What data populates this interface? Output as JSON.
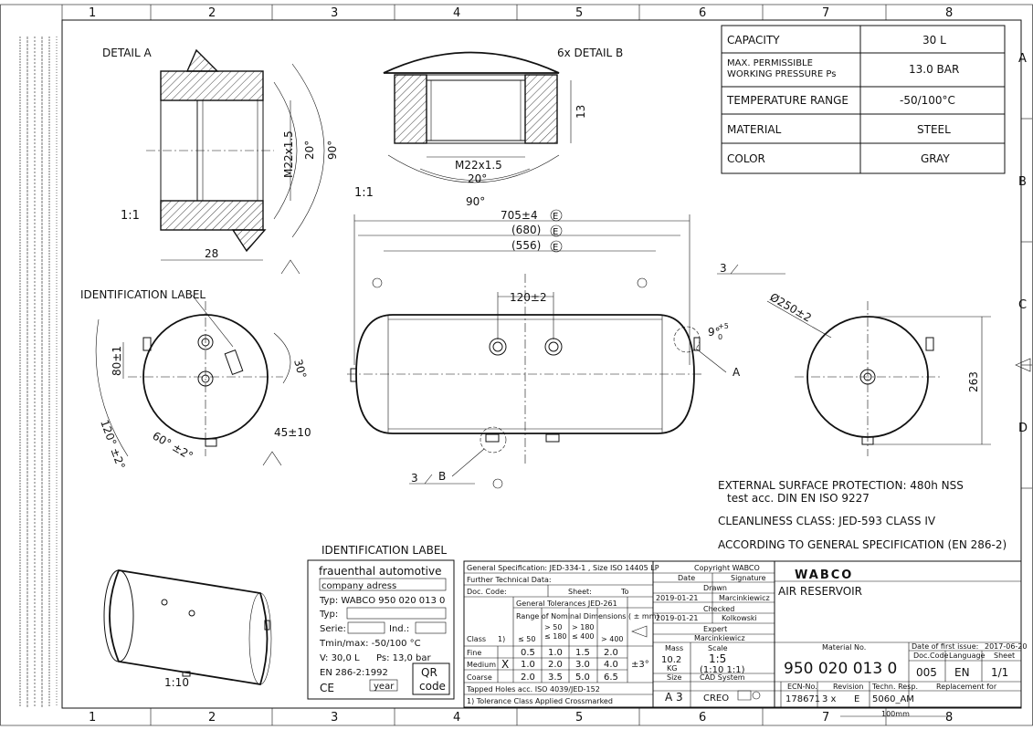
{
  "grid": {
    "columns": [
      "1",
      "2",
      "3",
      "4",
      "5",
      "6",
      "7",
      "8"
    ],
    "rows": [
      "A",
      "B",
      "C",
      "D"
    ]
  },
  "details": {
    "detail_a": "DETAIL A",
    "detail_b": "6x DETAIL B",
    "scale_a": "1:1",
    "scale_b": "1:1",
    "thread_a": "M22x1.5",
    "thread_b": "M22x1.5",
    "angle_20_a": "20°",
    "angle_90_a": "90°",
    "angle_20_b": "20°",
    "angle_90_b": "90°",
    "dim_28": "28",
    "dim_13": "13"
  },
  "main_view": {
    "len_705": "705±4",
    "len_680": "(680)",
    "len_556": "(556)",
    "e_mark": "E",
    "dim_120": "120±2",
    "angle_9": "9°",
    "angle_9_sup": "+5",
    "angle_9_sub": "0",
    "label_a": "A",
    "label_b": "B",
    "roughness_3_top": "3",
    "roughness_3_bottom": "3"
  },
  "side_view": {
    "id_label": "IDENTIFICATION LABEL",
    "dim_80": "80±1",
    "angle_30": "30°",
    "dim_45": "45±10",
    "angle_120": "120° ±2°",
    "angle_60": "60° ±2°"
  },
  "right_view": {
    "dia_250": "Ø250±2",
    "dim_263": "263"
  },
  "spec_table": [
    {
      "label": "CAPACITY",
      "value": "30 L"
    },
    {
      "label": "MAX. PERMISSIBLE WORKING PRESSURE Ps",
      "value": "13.0 BAR"
    },
    {
      "label": "TEMPERATURE RANGE",
      "value": "-50/100°C"
    },
    {
      "label": "MATERIAL",
      "value": "STEEL"
    },
    {
      "label": "COLOR",
      "value": "GRAY"
    }
  ],
  "notes": {
    "n1": "EXTERNAL SURFACE PROTECTION: 480h NSS",
    "n2": "test acc. DIN EN ISO 9227",
    "n3": "CLEANLINESS CLASS: JED-593 CLASS IV",
    "n4": "ACCORDING TO GENERAL SPECIFICATION (EN 286-2)"
  },
  "id_label": {
    "title": "IDENTIFICATION LABEL",
    "company": "frauenthal automotive",
    "address": "company adress",
    "typ_line": "Typ:  WABCO  950 020 013 0",
    "typ2": "Typ:",
    "serie": "Serie:",
    "ind": "Ind.:",
    "tmin": "Tmin/max:  -50/100 °C",
    "v": "V:  30,0 L",
    "ps": "Ps:  13,0 bar",
    "en": "EN 286-2:1992",
    "ce": "CE",
    "year": "year",
    "qr": "QR",
    "code": "code",
    "scale": "1:10"
  },
  "tolerances": {
    "gen_spec": "General Specification:  JED-334-1 , Size  ISO 14405 LP",
    "tech_data": "Further Technical Data:",
    "doc_code": "Doc. Code:",
    "sheet": "Sheet:",
    "to": "To",
    "gen_tol": "General Tolerances JED-261",
    "range": "Range of Nominal Dimensions  ( ± mm)",
    "class": "Class",
    "note1": "1)",
    "cols": [
      "≤ 50",
      "> 50 ≤ 180",
      "> 180 ≤ 400",
      "> 400"
    ],
    "rows": [
      {
        "name": "Fine",
        "vals": [
          "0.5",
          "1.0",
          "1.5",
          "2.0"
        ]
      },
      {
        "name": "Medium",
        "vals": [
          "1.0",
          "2.0",
          "3.0",
          "4.0"
        ]
      },
      {
        "name": "Coarse",
        "vals": [
          "2.0",
          "3.5",
          "5.0",
          "6.5"
        ]
      }
    ],
    "x_mark": "X",
    "angle": "±3°",
    "tapped": "Tapped Holes acc.  ISO 4039/JED-152",
    "cross": "1) Tolerance Class Applied Crossmarked"
  },
  "title_block": {
    "copyright": "Copyright WABCO",
    "date_h": "Date",
    "sig_h": "Signature",
    "drawn_h": "Drawn",
    "date1": "2019-01-21",
    "name1": "Marcinkiewicz",
    "checked_h": "Checked",
    "date2": "2019-01-21",
    "name2": "Kolkowski",
    "expert_h": "Expert",
    "name3": "Marcinkiewicz",
    "mass_h": "Mass",
    "scale_h": "Scale",
    "mass": "10.2",
    "mass_unit": "KG",
    "scale": "1:5",
    "scale2": "(1:10 1:1)",
    "size_h": "Size",
    "cad_h": "CAD System",
    "size": "A 3",
    "cad": "CREO",
    "logo": "WABCO",
    "title": "AIR RESERVOIR",
    "matno_h": "Material No.",
    "matno": "950 020 013 0",
    "first_issue_h": "Date of first issue:",
    "first_issue": "2017-06-20",
    "doc_code_h": "Doc.Code",
    "lang_h": "Language",
    "sheet_h": "Sheet",
    "doc_code": "005",
    "lang": "EN",
    "sheet": "1/1",
    "ecn_h": "ECN-No.",
    "rev_h": "Revision",
    "tech_h": "Techn. Resp.",
    "repl_h": "Replacement for",
    "ecn": "178671",
    "rev_n": "3 x",
    "rev_e": "E",
    "tech": "5060_AM",
    "mm": "100mm"
  }
}
